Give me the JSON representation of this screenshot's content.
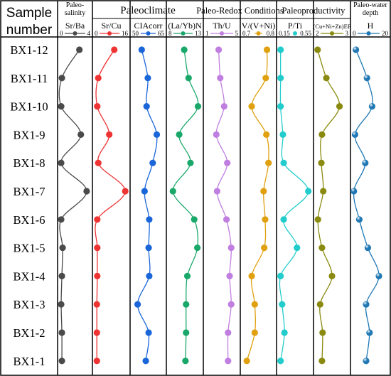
{
  "chart_data": {
    "type": "line",
    "header": {
      "corner_label": "Sample number",
      "groups": [
        {
          "label": "Paleo-salinity",
          "span": [
            0,
            0
          ]
        },
        {
          "label": "Paleoclimate",
          "span": [
            1,
            3
          ]
        },
        {
          "label": "Paleo-Redox Conditions",
          "span": [
            4,
            5
          ]
        },
        {
          "label": "Paleoproductivity",
          "span": [
            6,
            7
          ]
        },
        {
          "label": "Paleo-water depth",
          "span": [
            8,
            8
          ]
        }
      ]
    },
    "samples": [
      "BX1-12",
      "BX1-11",
      "BX1-10",
      "BX1-9",
      "BX1-8",
      "BX1-7",
      "BX1-6",
      "BX1-5",
      "BX1-4",
      "BX1-3",
      "BX1-2",
      "BX1-1"
    ],
    "series": [
      {
        "name": "Sr/Ba",
        "range_labels": [
          "0",
          "4"
        ],
        "range": [
          0,
          4
        ],
        "color": "#4a4a4a",
        "values": [
          2.6,
          0.2,
          0.1,
          2.8,
          0.1,
          3.6,
          0.1,
          0.3,
          0.2,
          0.1,
          0.2,
          0.2
        ]
      },
      {
        "name": "Sr/Cu",
        "range_labels": [
          "0",
          "16"
        ],
        "range": [
          0,
          16
        ],
        "color": "#ee3333",
        "values": [
          9.5,
          1.5,
          1.0,
          7.0,
          1.5,
          15.0,
          1.0,
          1.0,
          1.0,
          0.8,
          0.8,
          0.8
        ]
      },
      {
        "name": "CIAcorr",
        "range_labels": [
          "50",
          "65"
        ],
        "range": [
          50,
          65
        ],
        "color": "#1a66d9",
        "values": [
          54.3,
          57.3,
          56.7,
          61.7,
          59.7,
          55.7,
          58.0,
          57.7,
          58.0,
          52.3,
          57.7,
          56.3
        ]
      },
      {
        "name": "(La/Yb)N",
        "range_labels": [
          "8",
          "13"
        ],
        "range": [
          8,
          13
        ],
        "color": "#1aa86a",
        "values": [
          10.4,
          11.1,
          12.6,
          9.6,
          11.4,
          8.6,
          12.0,
          12.5,
          10.9,
          10.7,
          10.7,
          10.6
        ]
      },
      {
        "name": "Th/U",
        "range_labels": [
          "1",
          "5"
        ],
        "range": [
          1,
          5
        ],
        "color": "#c07ee0",
        "values": [
          2.6,
          2.8,
          3.3,
          2.3,
          3.7,
          2.4,
          3.6,
          4.2,
          4.0,
          4.2,
          3.8,
          3.8
        ]
      },
      {
        "name": "V/(V+Ni)",
        "range_labels": [
          "0.7",
          "0.8"
        ],
        "range": [
          0.7,
          0.8
        ],
        "color": "#e0a010",
        "values": [
          0.778,
          0.774,
          0.728,
          0.776,
          0.783,
          0.767,
          0.772,
          0.769,
          0.728,
          0.738,
          0.738,
          0.712
        ]
      },
      {
        "name": "P/Ti",
        "range_labels": [
          "0.15",
          "0.55"
        ],
        "range": [
          0.15,
          0.55
        ],
        "color": "#22cccc",
        "values": [
          0.165,
          0.165,
          0.165,
          0.195,
          0.205,
          0.52,
          0.205,
          0.375,
          0.165,
          0.185,
          0.215,
          0.165
        ]
      },
      {
        "name": "(Cu+Ni+Zn)EF",
        "range_labels": [
          "2",
          "3"
        ],
        "range": [
          2,
          3
        ],
        "color": "#8a8a10",
        "values": [
          2.04,
          2.32,
          2.74,
          2.18,
          2.16,
          2.22,
          2.05,
          2.18,
          2.5,
          2.12,
          2.2,
          2.18
        ]
      },
      {
        "name": "H",
        "range_labels": [
          "0",
          "20"
        ],
        "range": [
          0,
          20
        ],
        "color": "#1f78b4",
        "values": [
          1.5,
          8.0,
          11.0,
          1.0,
          7.0,
          0.3,
          3.5,
          8.5,
          15.0,
          7.5,
          9.5,
          7.5
        ]
      }
    ]
  }
}
